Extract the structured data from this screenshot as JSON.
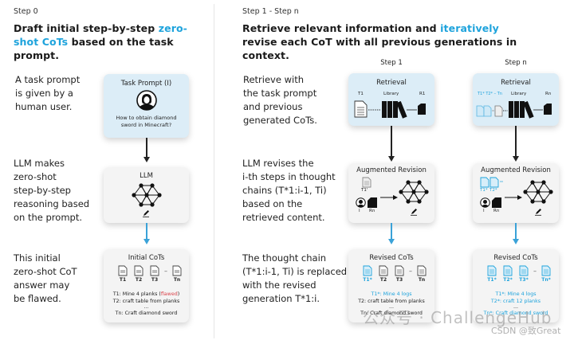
{
  "left": {
    "step_label": "Step 0",
    "headline_pre": "Draft initial step-by-step ",
    "headline_accent": "zero-shot CoTs",
    "headline_post": " based on the task prompt.",
    "descriptions": [
      [
        "A task prompt",
        "is given by a",
        "human user."
      ],
      [
        "LLM makes",
        "zero-shot",
        "step-by-step",
        "reasoning based",
        "on the prompt."
      ],
      [
        "This initial",
        "zero-shot CoT",
        "answer may",
        "be flawed."
      ]
    ],
    "task_prompt_card": {
      "title": "Task Prompt (I)",
      "icon": "user-avatar-icon",
      "question_lines": [
        "How to obtain diamond",
        "sword in Minecraft?"
      ]
    },
    "llm_card": {
      "title": "LLM",
      "icons": [
        "neural-network-icon",
        "pencil-icon"
      ]
    },
    "initial_cots_card": {
      "title": "Initial CoTs",
      "docs": [
        "T1",
        "T2",
        "T3",
        "Tn"
      ],
      "line1_pre": "T1: Mine 4 planks (",
      "line1_flag": "flawed",
      "line1_post": ")",
      "line2": "T2: craft table from planks",
      "ellipsis": "...",
      "line3": "Tn: Craft diamond sword"
    }
  },
  "right": {
    "step_label": "Step 1 - Step n",
    "headline_pre": "Retrieve relevant information and ",
    "headline_accent": "iteratively",
    "headline_post": " revise each CoT with all previous generations in context.",
    "descriptions": [
      [
        "Retrieve with",
        "the task prompt",
        "and previous",
        "generated CoTs."
      ],
      [
        "LLM revises the",
        "i-th steps in thought",
        "chains (T*1:i-1, Ti)",
        "based on the",
        "retrieved content."
      ],
      [
        "The thought chain",
        "(T*1:i-1, Ti) is replaced",
        "with the revised",
        "generation T*1:i."
      ]
    ],
    "columns": [
      {
        "title": "Step 1",
        "retrieval": {
          "title": "Retrieval",
          "query_label": "T1",
          "library_label": "Library",
          "result_label": "R1"
        },
        "revision": {
          "title": "Augmented Revision",
          "doc_label": "T1'",
          "prompt_label": "I",
          "retrieved_label": "Rn"
        },
        "revised": {
          "title": "Revised CoTs",
          "docs": [
            {
              "label": "T1*",
              "revised": true
            },
            {
              "label": "T2",
              "revised": false
            },
            {
              "label": "T3",
              "revised": false
            },
            {
              "label": "Tn",
              "revised": false
            }
          ],
          "line1": "T1*: Mine 4 logs",
          "line1_revised": true,
          "line2": "T2: craft table from planks",
          "line2_revised": false,
          "ellipsis": "...",
          "line3": "Tn: Craft diamond sword",
          "line3_revised": false
        }
      },
      {
        "title": "Step n",
        "retrieval": {
          "title": "Retrieval",
          "query_label": "T1* T2* – Tn",
          "library_label": "Library",
          "result_label": "Rn"
        },
        "revision": {
          "title": "Augmented Revision",
          "doc_label": "T1*",
          "doc_label2": "T2*",
          "prompt_label": "I",
          "retrieved_label": "Rn"
        },
        "revised": {
          "title": "Revised CoTs",
          "docs": [
            {
              "label": "T1*",
              "revised": true
            },
            {
              "label": "T2*",
              "revised": true
            },
            {
              "label": "T3*",
              "revised": true
            },
            {
              "label": "Tn*",
              "revised": true
            }
          ],
          "line1": "T1*: Mine 4 logs",
          "line1_revised": true,
          "line2": "T2*: craft 12 planks",
          "line2_revised": true,
          "ellipsis": "...",
          "line3": "Tn*: Craft diamond sword",
          "line3_revised": true
        }
      }
    ]
  },
  "watermarks": {
    "wechat": "公众号 · ChallengeHub",
    "csdn": "CSDN @致Great"
  },
  "colors": {
    "accent": "#1ea3dc",
    "flawed": "#d9434b",
    "blue_card": "#dcedf7",
    "gray_card": "#f4f4f4"
  }
}
